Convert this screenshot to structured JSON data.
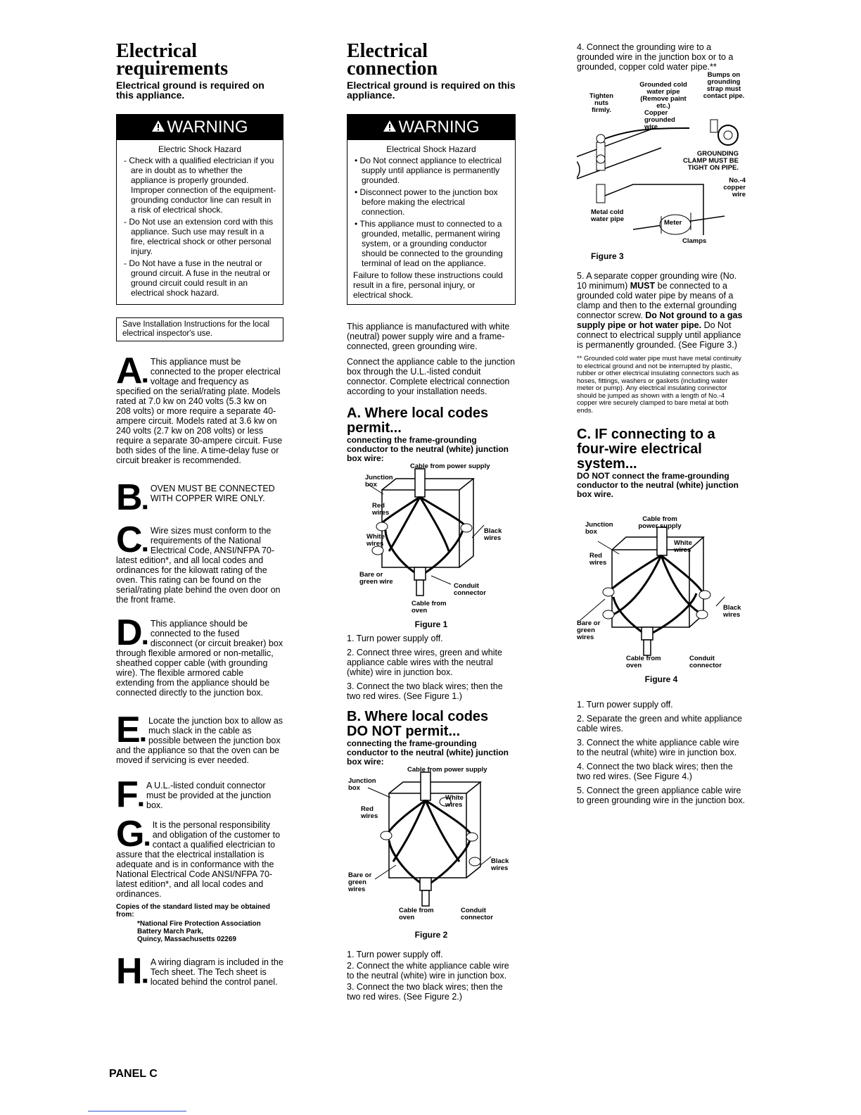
{
  "col1": {
    "title_line1": "Electrical",
    "title_line2": "requirements",
    "subtitle": "Electrical ground is required on this appliance.",
    "warning": {
      "label": "WARNING",
      "heading": "Electric Shock Hazard",
      "items": [
        "- Check with a qualified electrician if you are in doubt as to whether the appliance is properly grounded. Improper connection of the equipment-grounding conductor line can result in a risk of electrical shock.",
        "- Do Not use an extension cord with this appliance. Such use may result in a fire, electrical shock or other personal injury.",
        "- Do Not have a fuse in the neutral or ground circuit. A fuse in the neutral or ground circuit could result in an electrical shock hazard."
      ]
    },
    "save_note": "Save Installation Instructions for the local electrical inspector's use.",
    "steps": [
      {
        "letter": "A",
        "text": "This appliance must be connected to the proper electrical voltage and frequency as specified on the serial/rating plate. Models rated at 7.0 kw on 240 volts (5.3 kw on 208 volts) or more require a separate 40-ampere circuit. Models rated at 3.6 kw on 240 volts (2.7 kw on 208 volts) or less require a separate 30-ampere circuit. Fuse both sides of the line. A time-delay fuse or circuit breaker is recommended."
      },
      {
        "letter": "B",
        "text": "OVEN MUST BE CONNECTED WITH COPPER WIRE ONLY."
      },
      {
        "letter": "C",
        "text": "Wire sizes must conform to the requirements of the National Electrical Code, ANSI/NFPA 70-latest edition*, and all local codes and ordinances for the kilowatt rating of the oven. This rating can be found on the serial/rating plate behind the oven door on the front frame."
      },
      {
        "letter": "D",
        "text": "This appliance should be connected to the fused disconnect (or circuit breaker) box through flexible armored or non-metallic, sheathed copper cable (with grounding wire). The flexible armored cable extending from the appliance should be connected directly to the junction box."
      },
      {
        "letter": "E",
        "text": "Locate the junction box to allow as much slack in the cable as possible between the junction box and the appliance so that the oven can be moved if servicing is ever needed."
      },
      {
        "letter": "F",
        "text": "A U.L.-listed conduit connector must be provided at the junction box."
      },
      {
        "letter": "G",
        "text": "It is the personal responsibility and obligation of the customer to contact a qualified electrician to assure that the electrical installation is adequate and is in conformance with the National Electrical Code ANSI/NFPA 70-latest edition*, and all local codes and ordinances."
      },
      {
        "letter": "H",
        "text": "A wiring diagram is included in the Tech sheet. The Tech sheet is located behind the control panel."
      }
    ],
    "copies_note": "Copies of the standard listed may be obtained from:",
    "address": [
      "*National Fire Protection Association",
      "Battery March Park,",
      "Quincy, Massachusetts 02269"
    ],
    "panel_label": "PANEL C"
  },
  "col2": {
    "title_line1": "Electrical",
    "title_line2": "connection",
    "subtitle": "Electrical ground is required on this appliance.",
    "warning": {
      "label": "WARNING",
      "heading": "Electrical Shock Hazard",
      "items": [
        "• Do Not connect appliance to electrical supply until appliance is permanently grounded.",
        "• Disconnect power to the junction box before making the electrical connection.",
        "• This appliance must to connected to a grounded, metallic, permanent wiring system, or a grounding conductor should be connected to the grounding terminal of lead on the appliance."
      ],
      "failure": "Failure to follow these instructions could result in a fire, personal injury, or electrical shock."
    },
    "intro1": "This appliance is manufactured with white (neutral) power supply wire and a frame-connected, green grounding wire.",
    "intro2": "Connect the appliance cable to the junction box through the U.L.-listed conduit connector. Complete electrical connection according to your installation needs.",
    "secA": {
      "heading1": "A. Where local codes",
      "heading2": "permit...",
      "sub": "connecting the frame-grounding conductor to the neutral (white) junction box wire:",
      "fig_labels": {
        "cable_supply": "Cable from power supply",
        "junction_box": "Junction box",
        "red": "Red wires",
        "white": "White wires",
        "black": "Black wires",
        "bare": "Bare or green wire",
        "conduit": "Conduit connector",
        "cable_oven": "Cable from oven"
      },
      "figure": "Figure 1",
      "steps": [
        "1. Turn power supply off.",
        "2. Connect three wires, green and white appliance cable wires with the neutral (white) wire in junction box.",
        "3. Connect the two black wires; then the two red wires. (See Figure 1.)"
      ]
    },
    "secB": {
      "heading1": "B. Where local codes",
      "heading2": "DO NOT permit...",
      "sub": "connecting the frame-grounding conductor to the neutral (white) junction box wire:",
      "fig_labels": {
        "cable_supply": "Cable from power supply",
        "junction_box": "Junction box",
        "red": "Red wires",
        "white": "White wires",
        "black": "Black wires",
        "bare": "Bare or green wires",
        "conduit": "Conduit connector",
        "cable_oven": "Cable from oven"
      },
      "figure": "Figure 2",
      "steps": [
        "1. Turn power supply off.",
        "2. Connect the white appliance cable wire to the neutral (white) wire in junction box.",
        "3. Connect the two black wires; then the two red wires. (See Figure 2.)"
      ]
    }
  },
  "col3": {
    "step4": "4. Connect the grounding wire to a grounded wire in the junction box or to a grounded, copper cold water pipe.**",
    "fig3_labels": {
      "bumps": "Bumps on grounding strap must contact pipe.",
      "grounded_pipe": "Grounded cold water pipe (Remove paint etc.)",
      "tighten": "Tighten nuts firmly.",
      "copper": "Copper grounded wire",
      "clamp": "GROUNDING CLAMP MUST BE TIGHT ON PIPE.",
      "no4": "No.-4 copper wire",
      "metal": "Metal cold water pipe",
      "meter": "Meter",
      "clamps": "Clamps"
    },
    "figure3": "Figure 3",
    "step5_a": "5. A separate copper grounding wire (No. 10 minimum) ",
    "step5_must": "MUST",
    "step5_b": " be connected to a grounded cold water pipe by means of a clamp and then to the external grounding connector screw. ",
    "step5_bold": "Do Not ground to a gas supply pipe or hot water pipe.",
    "step5_c": " Do Not connect to electrical supply until appliance is permanently grounded. (See Figure 3.)",
    "footnote": "** Grounded cold water pipe must have metal continuity to electrical ground and not be interrupted by plastic, rubber or other electrical insulating connectors such as hoses, fittings, washers or gaskets (including water meter or pump). Any electrical insulating connector should be jumped as shown with a length of No.-4 copper wire securely clamped to bare metal at both ends.",
    "secC": {
      "heading1": "C. IF connecting to a",
      "heading2": "four-wire electrical",
      "heading3": "system...",
      "sub": "DO NOT connect the frame-grounding conductor to the neutral (white) junction box wire.",
      "fig_labels": {
        "cable_supply": "Cable from power supply",
        "junction_box": "Junction box",
        "red": "Red wires",
        "white": "White wires",
        "black": "Black wires",
        "bare": "Bare or green wires",
        "conduit": "Conduit connector",
        "cable_oven": "Cable from oven"
      },
      "figure": "Figure 4",
      "steps": [
        "1. Turn power supply off.",
        "2. Separate the green and white appliance cable wires.",
        "3. Connect the white appliance cable wire to the neutral (white) wire in junction box.",
        "4. Connect the two black wires; then the two red wires. (See Figure 4.)",
        "5. Connect the green appliance cable wire to green grounding wire in the junction box."
      ]
    }
  }
}
